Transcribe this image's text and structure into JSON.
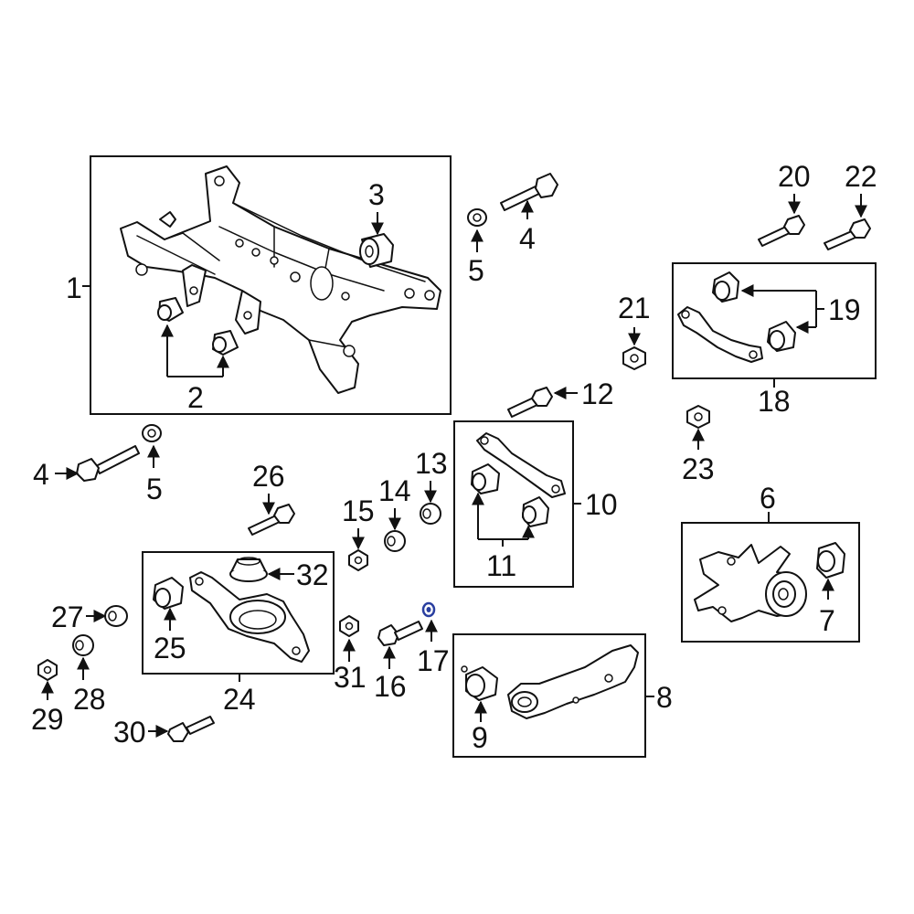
{
  "callouts": {
    "c1": "1",
    "c2": "2",
    "c3": "3",
    "c4a": "4",
    "c4b": "4",
    "c5a": "5",
    "c5b": "5",
    "c6": "6",
    "c7": "7",
    "c8": "8",
    "c9": "9",
    "c10": "10",
    "c11": "11",
    "c12": "12",
    "c13": "13",
    "c14": "14",
    "c15": "15",
    "c16": "16",
    "c17": "17",
    "c18": "18",
    "c19": "19",
    "c20": "20",
    "c21": "21",
    "c22": "22",
    "c23": "23",
    "c24": "24",
    "c25": "25",
    "c26": "26",
    "c27": "27",
    "c28": "28",
    "c29": "29",
    "c30": "30",
    "c31": "31",
    "c32": "32"
  },
  "colors": {
    "line": "#111111",
    "highlight": "#2a3fa0"
  }
}
